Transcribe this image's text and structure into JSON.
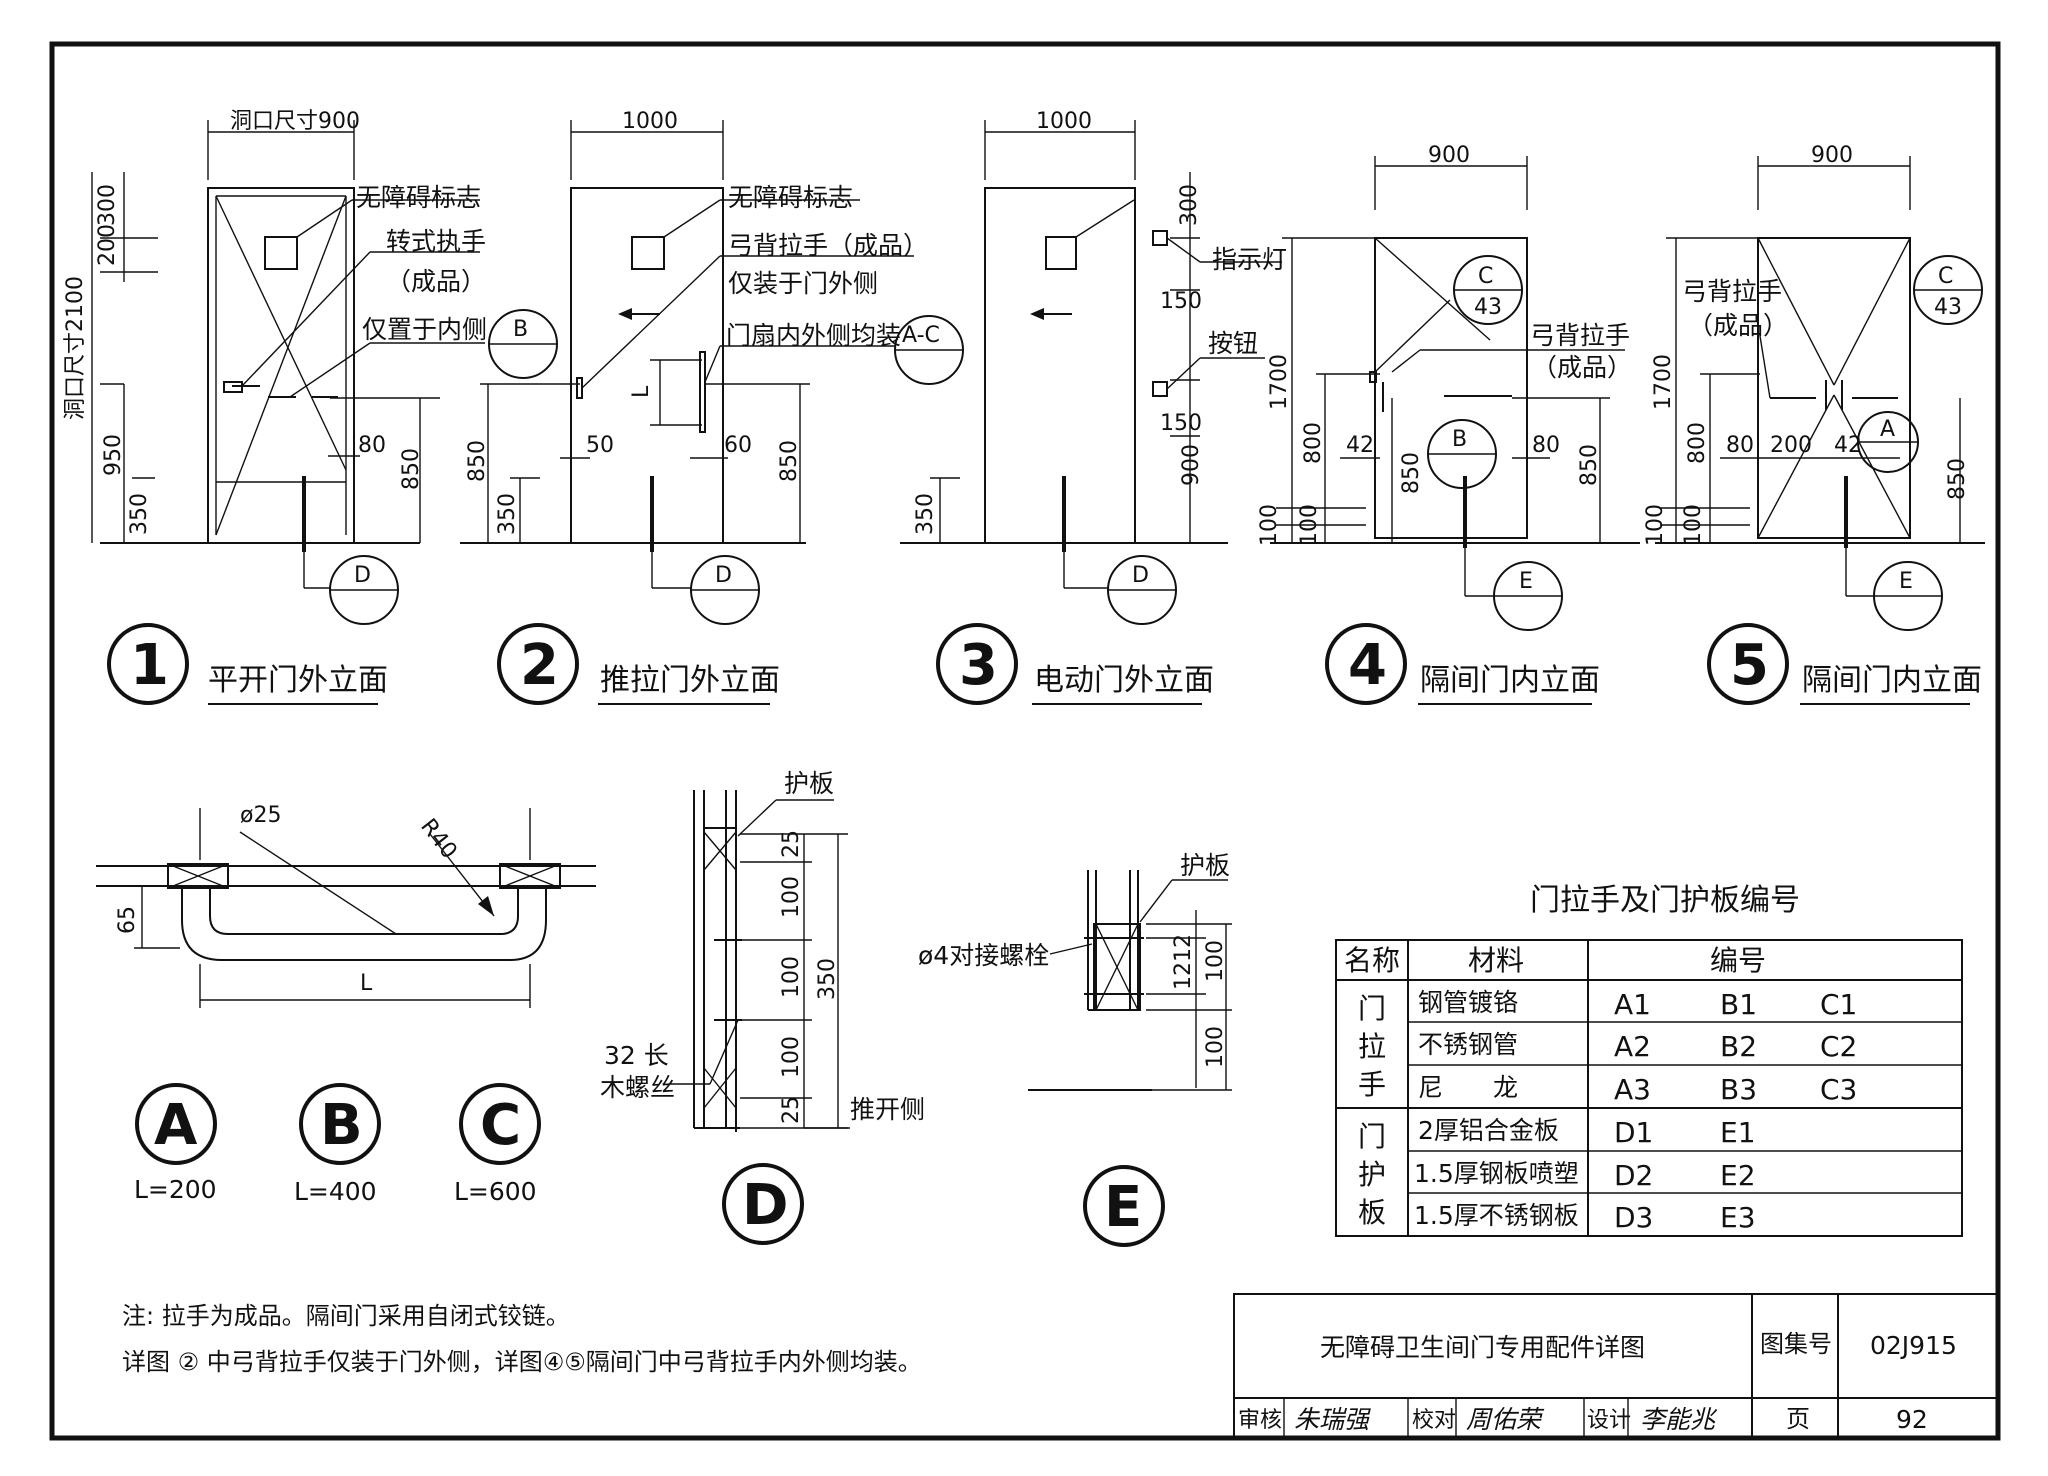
{
  "elevations": [
    {
      "num": "1",
      "caption": "平开门外立面",
      "width_dim": "洞口尺寸900",
      "height_dim": "洞口尺寸2100",
      "labels": [
        "无障碍标志",
        "转式执手",
        "（成品）",
        "仅置于内侧"
      ],
      "dims": [
        "300",
        "200",
        "950",
        "350",
        "80",
        "850"
      ],
      "refs": [
        "B",
        "D"
      ]
    },
    {
      "num": "2",
      "caption": "推拉门外立面",
      "width_dim": "1000",
      "labels": [
        "无障碍标志",
        "弓背拉手（成品）",
        "仅装于门外侧",
        "门扇内外侧均装"
      ],
      "dims": [
        "850",
        "350",
        "50",
        "L",
        "60",
        "850"
      ],
      "refs": [
        "A-C",
        "D"
      ]
    },
    {
      "num": "3",
      "caption": "电动门外立面",
      "width_dim": "1000",
      "labels": [
        "指示灯",
        "按钮"
      ],
      "dims": [
        "300",
        "150",
        "150",
        "900",
        "350"
      ],
      "refs": [
        "D"
      ]
    },
    {
      "num": "4",
      "caption": "隔间门内立面",
      "width_dim": "900",
      "labels": [
        "弓背拉手",
        "（成品）"
      ],
      "dims": [
        "1700",
        "800",
        "42",
        "850",
        "80",
        "850",
        "100",
        "100"
      ],
      "refs": [
        "C",
        "43",
        "B",
        "E"
      ]
    },
    {
      "num": "5",
      "caption": "隔间门内立面",
      "width_dim": "900",
      "labels": [
        "弓背拉手",
        "（成品）"
      ],
      "dims": [
        "1700",
        "800",
        "80",
        "200",
        "42",
        "850",
        "100",
        "100"
      ],
      "refs": [
        "C",
        "43",
        "A",
        "E"
      ]
    }
  ],
  "handle_detail": {
    "dia": "ø25",
    "radius": "R40",
    "offset": "65",
    "length": "L"
  },
  "handle_types": [
    {
      "letter": "A",
      "length": "L=200"
    },
    {
      "letter": "B",
      "length": "L=400"
    },
    {
      "letter": "C",
      "length": "L=600"
    }
  ],
  "detail_d": {
    "letter": "D",
    "title": "护板",
    "dims": [
      "25",
      "100",
      "100",
      "100",
      "25",
      "350"
    ],
    "screw": [
      "32 长",
      "木螺丝"
    ],
    "side": "推开侧"
  },
  "detail_e": {
    "letter": "E",
    "title": "护板",
    "bolt": "ø4对接螺栓",
    "dims": [
      "12",
      "12",
      "100",
      "100"
    ]
  },
  "table": {
    "title": "门拉手及门护板编号",
    "headers": [
      "名称",
      "材料",
      "编号"
    ],
    "groups": [
      {
        "name": [
          "门",
          "拉",
          "手"
        ],
        "rows": [
          {
            "material": "钢管镀铬",
            "codes": [
              "A1",
              "B1",
              "C1"
            ]
          },
          {
            "material": "不锈钢管",
            "codes": [
              "A2",
              "B2",
              "C2"
            ]
          },
          {
            "material": "尼　　龙",
            "codes": [
              "A3",
              "B3",
              "C3"
            ]
          }
        ]
      },
      {
        "name": [
          "门",
          "护",
          "板"
        ],
        "rows": [
          {
            "material": "2厚铝合金板",
            "codes": [
              "D1",
              "E1",
              ""
            ]
          },
          {
            "material": "1.5厚钢板喷塑",
            "codes": [
              "D2",
              "E2",
              ""
            ]
          },
          {
            "material": "1.5厚不锈钢板",
            "codes": [
              "D3",
              "E3",
              ""
            ]
          }
        ]
      }
    ]
  },
  "notes": [
    "注: 拉手为成品。隔间门采用自闭式铰链。",
    "详图 ② 中弓背拉手仅装于门外侧，详图④⑤隔间门中弓背拉手内外侧均装。"
  ],
  "title_block": {
    "title": "无障碍卫生间门专用配件详图",
    "atlas_label": "图集号",
    "atlas_no": "02J915",
    "page_label": "页",
    "page_no": "92",
    "review_label": "审核",
    "review_sig": "朱瑞强",
    "check_label": "校对",
    "check_sig": "周佑荣",
    "design_label": "设计",
    "design_sig": "李能兆"
  }
}
